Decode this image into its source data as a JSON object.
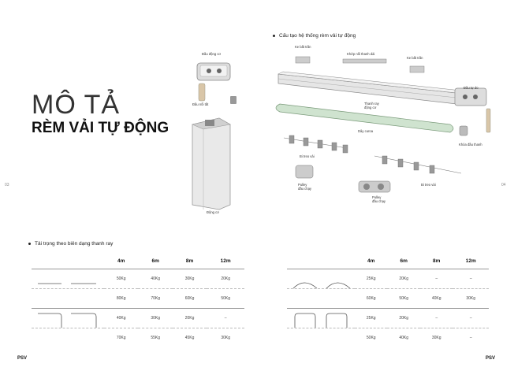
{
  "left_page": {
    "title": "MÔ TẢ",
    "subtitle": "RÈM VẢI TỰ ĐỘNG",
    "labels": {
      "motor_head": "Đầu động cơ",
      "motor_socket": "Đầu nối tắt",
      "motor": "Động cơ"
    },
    "page_number": "03",
    "brand": "PSV"
  },
  "right_page": {
    "section_title": "Cấu tạo hệ thống rèm vải tự động",
    "labels": {
      "wall_bracket_left": "Ke bắt trần",
      "rail_joint": "Khớp nối thanh dài",
      "wall_bracket_right": "Ke bắt trần",
      "gearbox": "Đầu tự do",
      "rail": "Thanh ray\nđộng cơ",
      "belt": "Dây curoa",
      "runners_left": "Bi treo vải",
      "pulley_left": "Pulley\nđầu chạy",
      "pulley_bottom": "Pulley\nđầu chạy",
      "runners_right": "Bi treo vải",
      "end_lock": "Khóa đầu thanh"
    },
    "page_number": "04",
    "brand": "PSV"
  },
  "load_section_title": "Tải trọng theo biên dạng thanh ray",
  "left_table": {
    "headers": [
      "4m",
      "6m",
      "8m",
      "12m"
    ],
    "rows": [
      [
        "50Kg",
        "40Kg",
        "30Kg",
        "20Kg"
      ],
      [
        "80Kg",
        "70Kg",
        "60Kg",
        "50Kg"
      ],
      [
        "40Kg",
        "30Kg",
        "20Kg",
        "–"
      ],
      [
        "70Kg",
        "55Kg",
        "45Kg",
        "30Kg"
      ]
    ]
  },
  "right_table": {
    "headers": [
      "4m",
      "6m",
      "8m",
      "12m"
    ],
    "rows": [
      [
        "25Kg",
        "20Kg",
        "–",
        "–"
      ],
      [
        "60Kg",
        "50Kg",
        "40Kg",
        "30Kg"
      ],
      [
        "25Kg",
        "20Kg",
        "–",
        "–"
      ],
      [
        "50Kg",
        "40Kg",
        "30Kg",
        "–"
      ]
    ]
  },
  "colors": {
    "belt": "#cfe3cf",
    "rail": "#e6e6e6",
    "text": "#222222"
  }
}
